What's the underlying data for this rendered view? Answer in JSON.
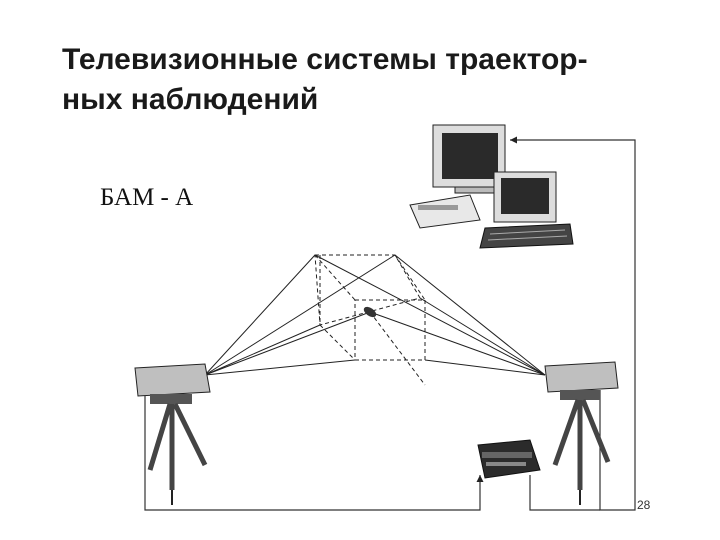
{
  "slide": {
    "title_line1": "Телевизионные системы траектор-",
    "title_line2": "ных наблюдений",
    "system_label": "БАМ - А",
    "page_number": "28"
  },
  "diagram": {
    "components": [
      "left-tv-camera",
      "right-tv-camera",
      "monitor-upper",
      "monitor-lower",
      "keyboard",
      "printer",
      "control-unit",
      "observed-object"
    ]
  }
}
